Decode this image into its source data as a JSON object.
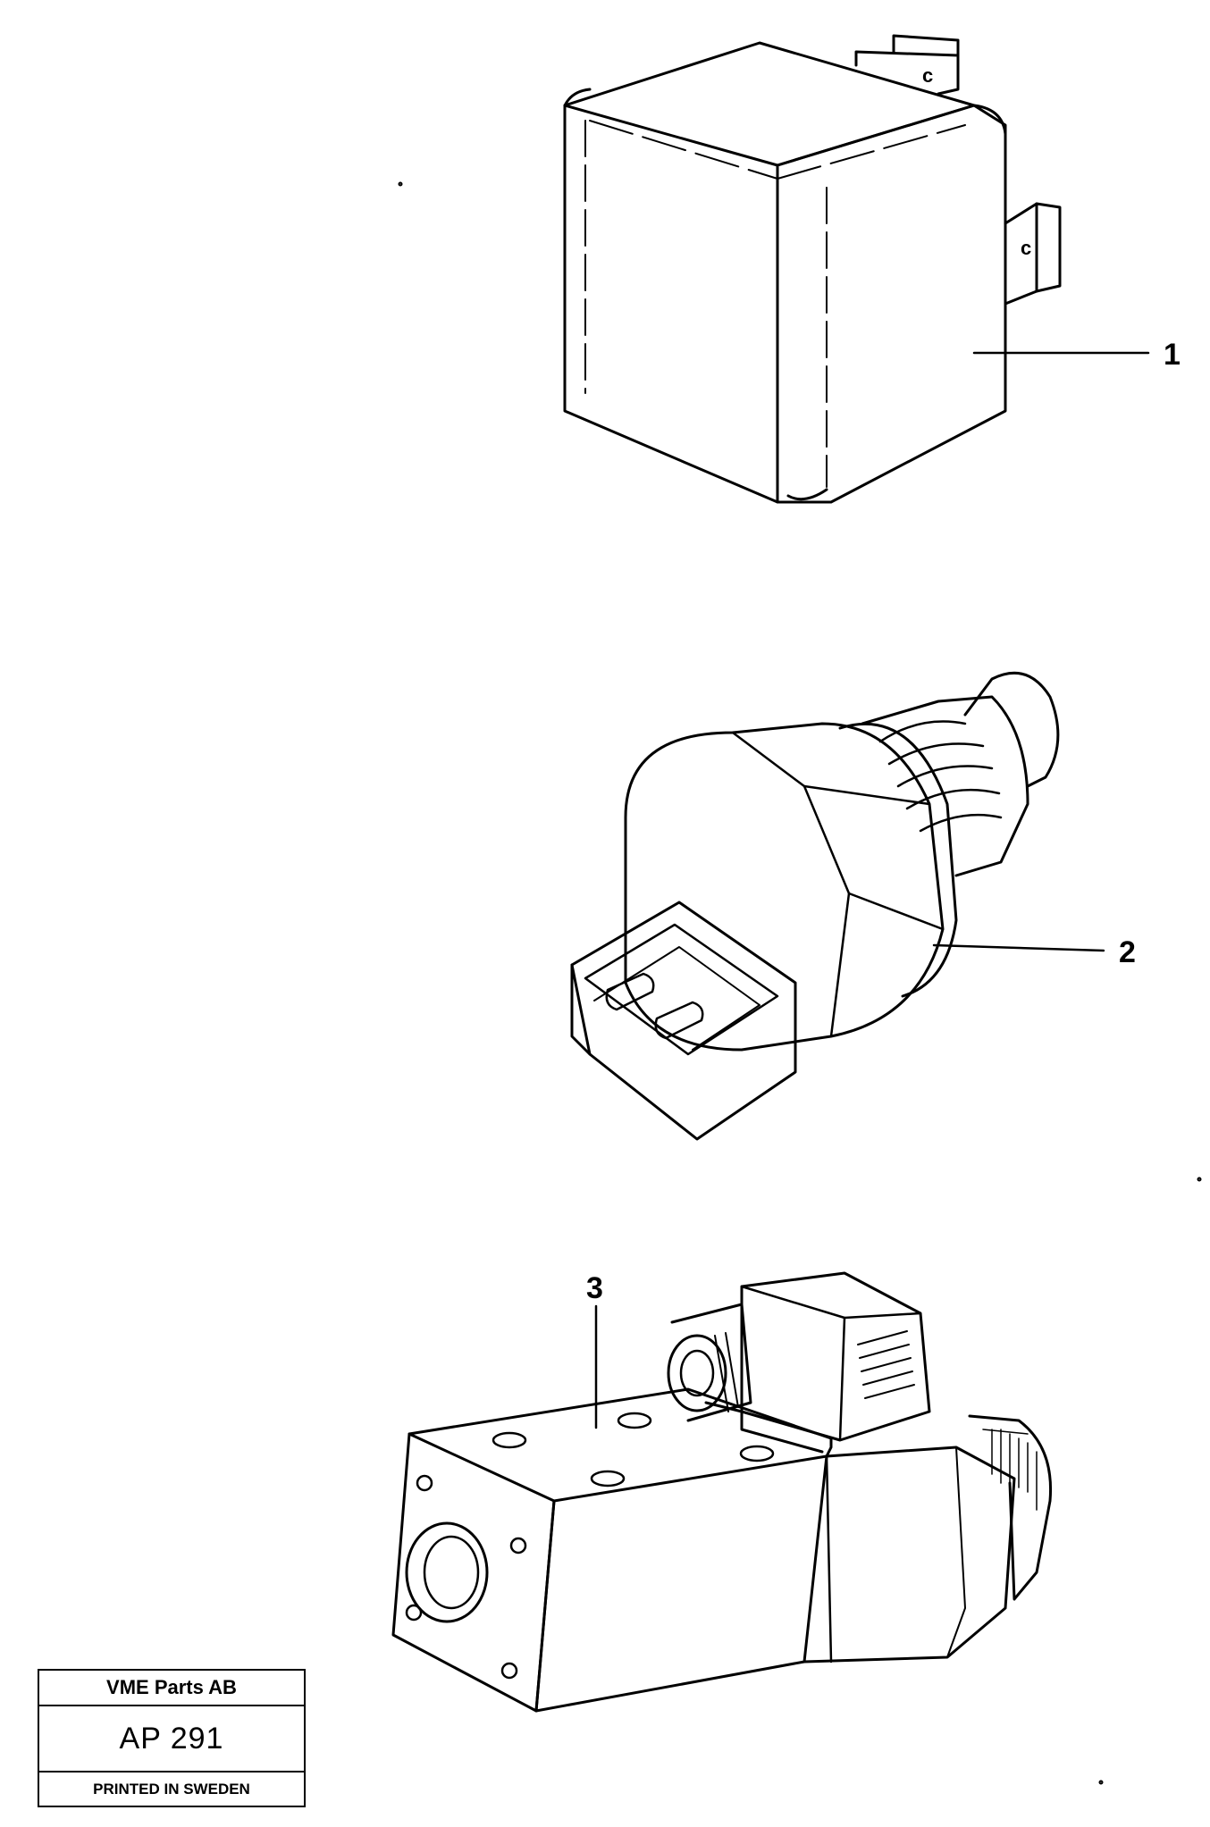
{
  "callouts": [
    {
      "id": "1",
      "label": "1"
    },
    {
      "id": "2",
      "label": "2"
    },
    {
      "id": "3",
      "label": "3"
    }
  ],
  "parts": [
    {
      "callout": "1",
      "icon": "relay-icon"
    },
    {
      "callout": "2",
      "icon": "pressure-switch-icon"
    },
    {
      "callout": "3",
      "icon": "solenoid-valve-icon"
    }
  ],
  "title_block": {
    "company": "VME Parts AB",
    "code": "AP  291",
    "printed": "PRINTED IN SWEDEN"
  },
  "relay_terminal_mark": "c",
  "colors": {
    "ink": "#000000",
    "paper": "#ffffff"
  }
}
